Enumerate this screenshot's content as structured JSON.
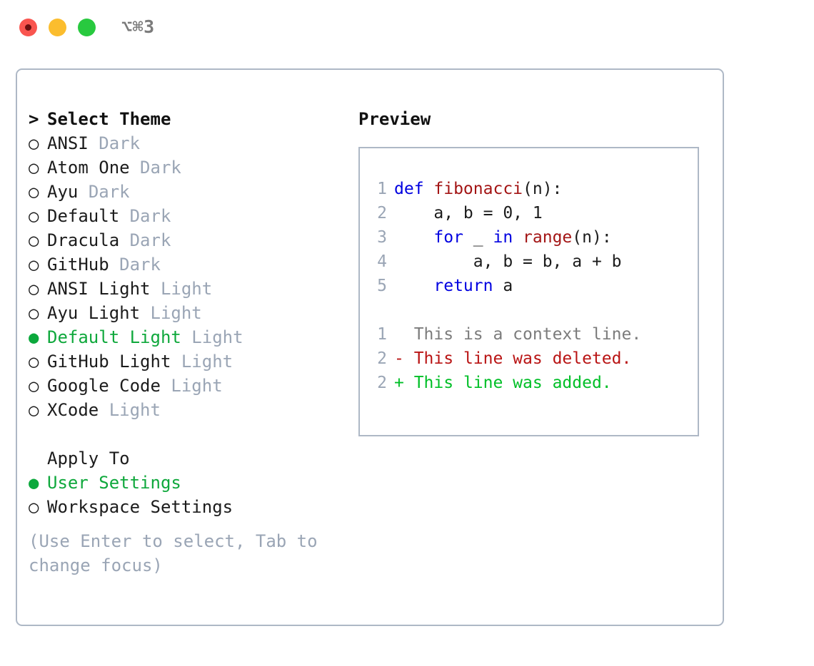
{
  "titlebar": {
    "shortcut": "⌥⌘3",
    "buttons": [
      "close",
      "minimize",
      "zoom"
    ],
    "colors": {
      "close": "#f9554f",
      "minimize": "#fbbd2e",
      "zoom": "#28c93f"
    }
  },
  "colors": {
    "selected_green": "#0fa83c",
    "tag_grey": "#9aa5b5",
    "keyword_blue": "#0000e0",
    "function_red": "#a31515",
    "diff_add": "#00bf27",
    "diff_del": "#b91414",
    "border": "#aeb8c6"
  },
  "theme_section": {
    "heading_marker": ">",
    "heading": "Select Theme",
    "items": [
      {
        "marker": "○",
        "label": "ANSI",
        "tag": "Dark",
        "selected": false
      },
      {
        "marker": "○",
        "label": "Atom One",
        "tag": "Dark",
        "selected": false
      },
      {
        "marker": "○",
        "label": "Ayu",
        "tag": "Dark",
        "selected": false
      },
      {
        "marker": "○",
        "label": "Default",
        "tag": "Dark",
        "selected": false
      },
      {
        "marker": "○",
        "label": "Dracula",
        "tag": "Dark",
        "selected": false
      },
      {
        "marker": "○",
        "label": "GitHub",
        "tag": "Dark",
        "selected": false
      },
      {
        "marker": "○",
        "label": "ANSI Light",
        "tag": "Light",
        "selected": false
      },
      {
        "marker": "○",
        "label": "Ayu Light",
        "tag": "Light",
        "selected": false
      },
      {
        "marker": "●",
        "label": "Default Light",
        "tag": "Light",
        "selected": true
      },
      {
        "marker": "○",
        "label": "GitHub Light",
        "tag": "Light",
        "selected": false
      },
      {
        "marker": "○",
        "label": "Google Code",
        "tag": "Light",
        "selected": false
      },
      {
        "marker": "○",
        "label": "XCode",
        "tag": "Light",
        "selected": false
      }
    ]
  },
  "apply_section": {
    "heading": "Apply To",
    "items": [
      {
        "marker": "●",
        "label": "User Settings",
        "selected": true
      },
      {
        "marker": "○",
        "label": "Workspace Settings",
        "selected": false
      }
    ]
  },
  "hint": "(Use Enter to select, Tab to change focus)",
  "preview": {
    "title": "Preview",
    "code_lines": [
      {
        "no": "1",
        "tokens": [
          {
            "t": "def ",
            "c": "kw"
          },
          {
            "t": "fibonacci",
            "c": "fn"
          },
          {
            "t": "(n):",
            "c": "pl"
          }
        ]
      },
      {
        "no": "2",
        "tokens": [
          {
            "t": "    a, b = 0, 1",
            "c": "pl"
          }
        ]
      },
      {
        "no": "3",
        "tokens": [
          {
            "t": "    ",
            "c": "pl"
          },
          {
            "t": "for",
            "c": "kw"
          },
          {
            "t": " _ ",
            "c": "pl"
          },
          {
            "t": "in",
            "c": "kw"
          },
          {
            "t": " ",
            "c": "pl"
          },
          {
            "t": "range",
            "c": "fn"
          },
          {
            "t": "(n):",
            "c": "pl"
          }
        ]
      },
      {
        "no": "4",
        "tokens": [
          {
            "t": "        a, b = b, a + b",
            "c": "pl"
          }
        ]
      },
      {
        "no": "5",
        "tokens": [
          {
            "t": "    ",
            "c": "pl"
          },
          {
            "t": "return",
            "c": "kw"
          },
          {
            "t": " a",
            "c": "pl"
          }
        ]
      }
    ],
    "diff_lines": [
      {
        "no": "1",
        "marker": " ",
        "text": "This is a context line.",
        "kind": "ctx"
      },
      {
        "no": "2",
        "marker": "-",
        "text": "This line was deleted.",
        "kind": "del"
      },
      {
        "no": "2",
        "marker": "+",
        "text": "This line was added.",
        "kind": "add"
      }
    ]
  }
}
